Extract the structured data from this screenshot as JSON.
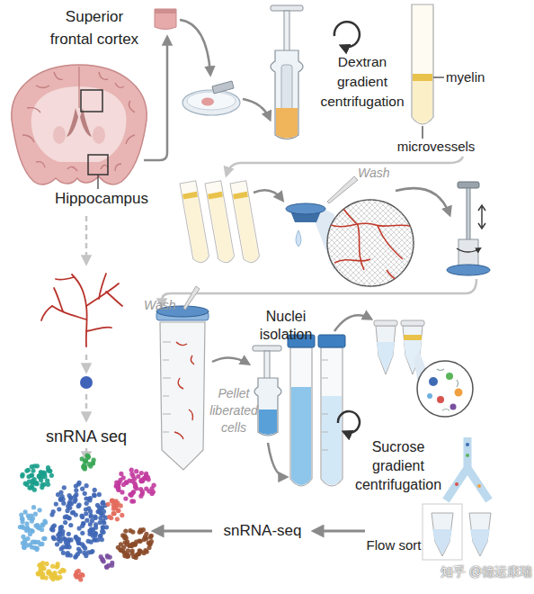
{
  "diagram": {
    "labels": [
      "Superior frontal cortex",
      "Dextran gradient centrifugation",
      "myelin",
      "Hippocampus",
      "microvessels",
      "Wash",
      "snRNA seq",
      "Nuclei isolation",
      "Wash",
      "Pellet liberated cells",
      "Sucrose gradient centrifugation",
      "snRNA-seq",
      "Flow sort",
      "知乎 @德运康瑞"
    ]
  }
}
